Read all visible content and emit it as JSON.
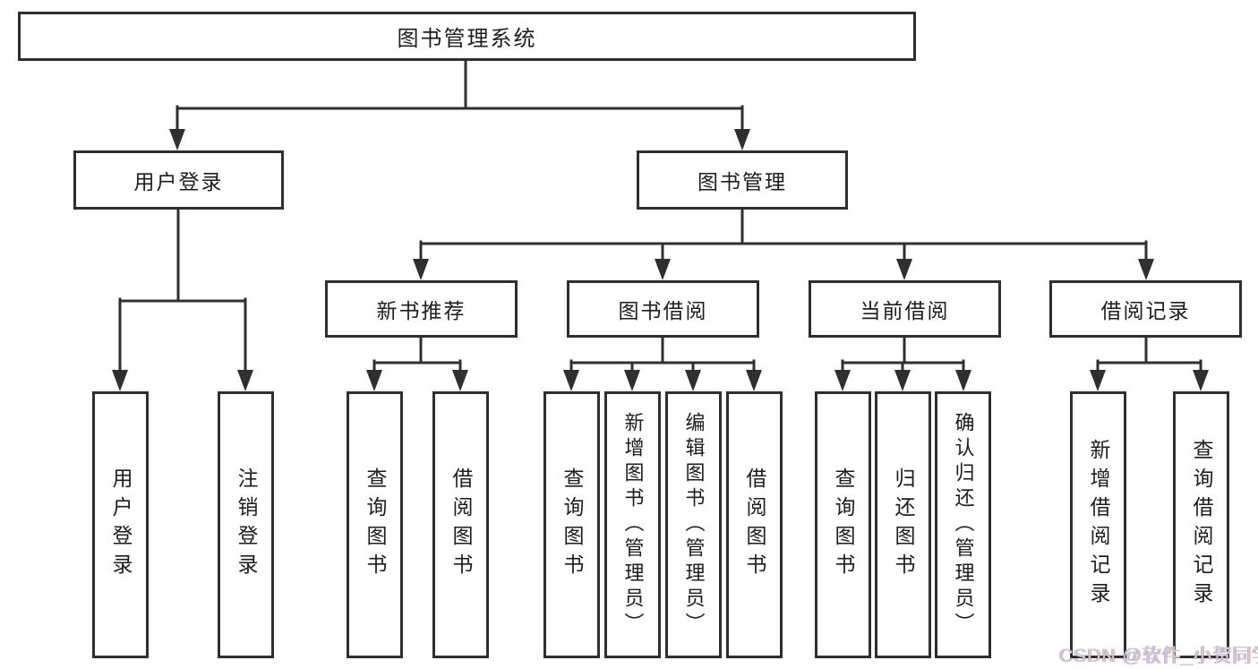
{
  "diagram": {
    "title": "图书管理系统",
    "nodes": {
      "root": "图书管理系统",
      "l2": [
        "用户登录",
        "图书管理"
      ],
      "l3": [
        "新书推荐",
        "图书借阅",
        "当前借阅",
        "借阅记录"
      ],
      "leaves": [
        "用户登录",
        "注销登录",
        "查询图书",
        "借阅图书",
        "查询图书",
        "新增图书（管理员）",
        "编辑图书（管理员）",
        "借阅图书",
        "查询图书",
        "归还图书",
        "确认归还（管理员）",
        "新增借阅记录",
        "查询借阅记录"
      ]
    },
    "structure": {
      "图书管理系统": {
        "用户登录": [
          "用户登录",
          "注销登录"
        ],
        "图书管理": {
          "新书推荐": [
            "查询图书",
            "借阅图书"
          ],
          "图书借阅": [
            "查询图书",
            "新增图书（管理员）",
            "编辑图书（管理员）",
            "借阅图书"
          ],
          "当前借阅": [
            "查询图书",
            "归还图书",
            "确认归还（管理员）"
          ],
          "借阅记录": [
            "新增借阅记录",
            "查询借阅记录"
          ]
        }
      }
    },
    "colors": {
      "line": "#2f2f2f",
      "border": "#2f2f2f",
      "text": "#1d1d1f",
      "background": "#ffffff",
      "watermark": "#ccccd6"
    },
    "watermark": "CSDN @软件_小贺同学"
  }
}
